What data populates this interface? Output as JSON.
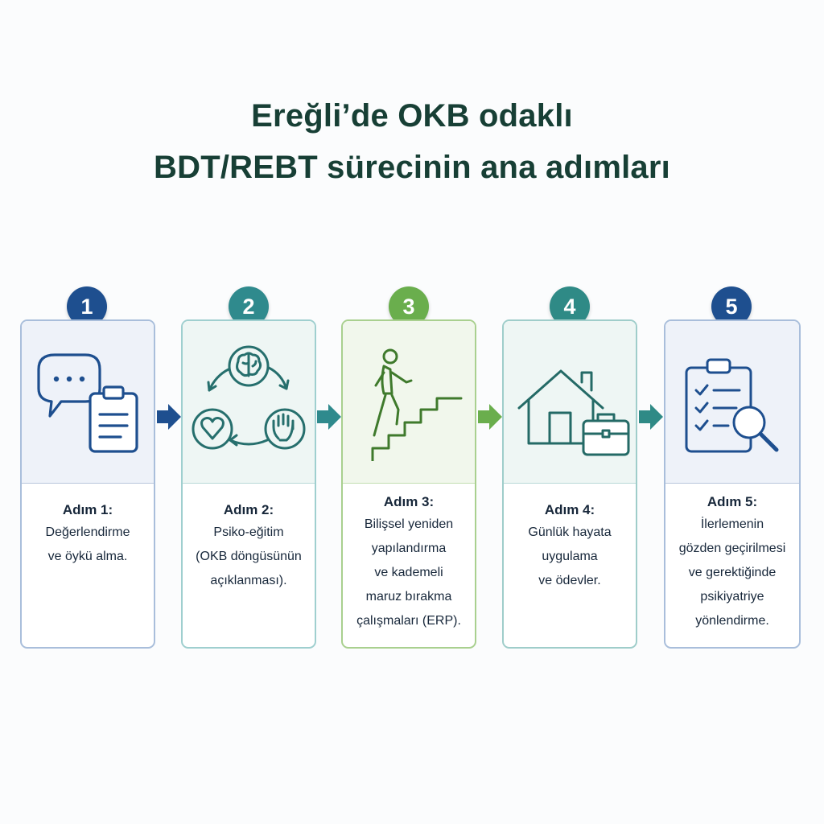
{
  "title": {
    "line1": "Ereğli’de OKB odaklı",
    "line2": "BDT/REBT sürecinin ana adımları"
  },
  "colors": {
    "title": "#173f35",
    "step1": "#1e4f8f",
    "step2": "#2f8a8d",
    "step3": "#6aae4d",
    "step4": "#2f8a86",
    "step5": "#1e4f8f"
  },
  "steps": [
    {
      "number": "1",
      "label": "Adım 1:",
      "lines": [
        "Değerlendirme",
        "ve öykü alma."
      ],
      "icons": [
        "speech-bubble-icon",
        "clipboard-icon"
      ]
    },
    {
      "number": "2",
      "label": "Adım 2:",
      "lines": [
        "Psiko-eğitim",
        "(OKB döngüsünün",
        "açıklanması)."
      ],
      "icons": [
        "cycle-icon",
        "brain-icon",
        "heart-icon",
        "hand-icon"
      ]
    },
    {
      "number": "3",
      "label": "Adım 3:",
      "lines": [
        "Bilişsel yeniden",
        "yapılandırma",
        "ve kademeli",
        "maruz bırakma",
        "çalışmaları (ERP)."
      ],
      "icons": [
        "person-climbing-stairs-icon"
      ]
    },
    {
      "number": "4",
      "label": "Adım 4:",
      "lines": [
        "Günlük hayata",
        "uygulama",
        "ve ödevler."
      ],
      "icons": [
        "house-icon",
        "briefcase-icon"
      ]
    },
    {
      "number": "5",
      "label": "Adım 5:",
      "lines": [
        "İlerlemenin",
        "gözden geçirilmesi",
        "ve gerektiğinde",
        "psikiyatriye",
        "yönlendirme."
      ],
      "icons": [
        "checklist-icon",
        "magnifier-icon"
      ]
    }
  ],
  "arrows": [
    "arrow-right-icon",
    "arrow-right-icon",
    "arrow-right-icon",
    "arrow-right-icon"
  ]
}
